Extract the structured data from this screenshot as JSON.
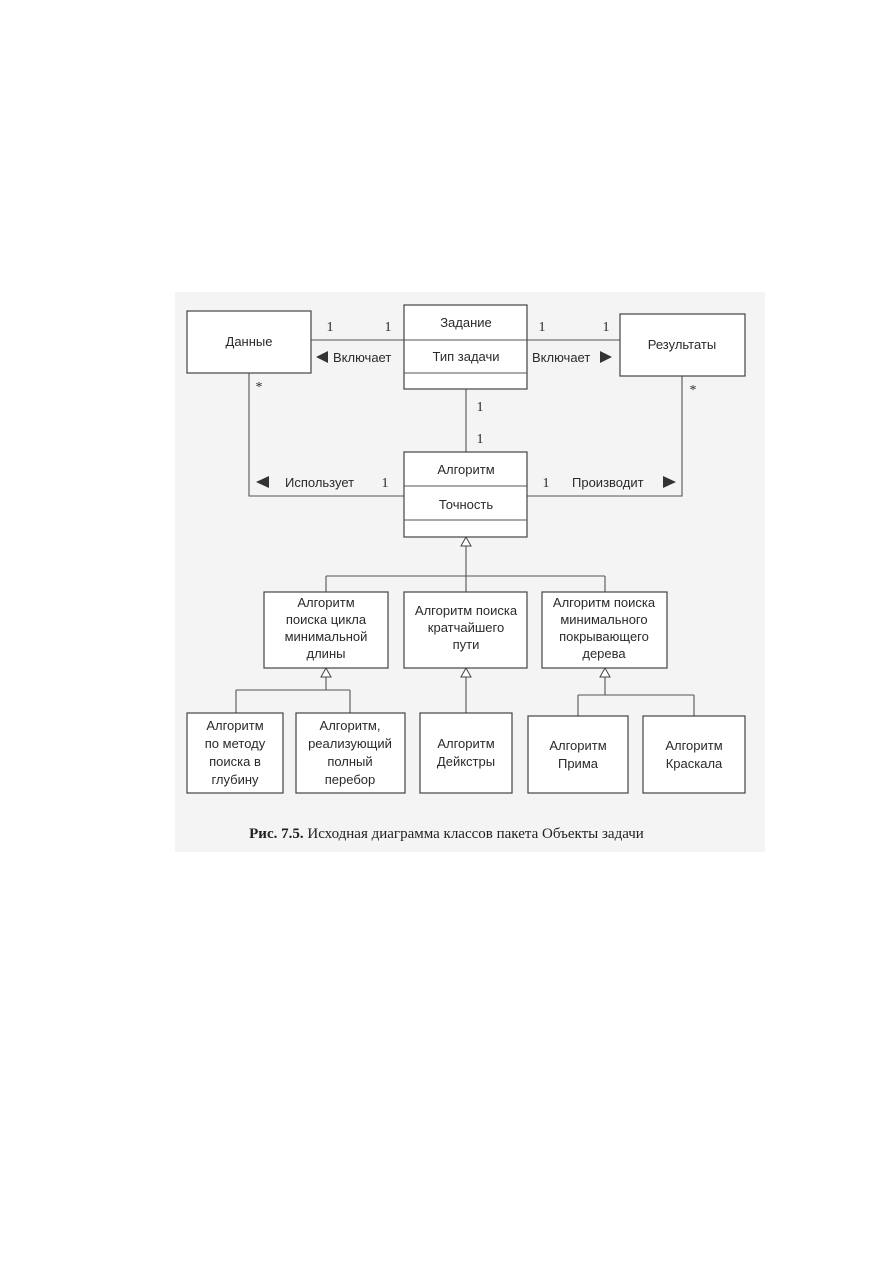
{
  "classes": {
    "zadanie": {
      "name": "Задание",
      "attr": "Тип задачи"
    },
    "dannye": {
      "name": "Данные"
    },
    "rezultaty": {
      "name": "Результаты"
    },
    "algoritm": {
      "name": "Алгоритм",
      "attr": "Точность"
    },
    "cycle": {
      "lines": [
        "Алгоритм",
        "поиска цикла",
        "минимальной",
        "длины"
      ]
    },
    "shortest": {
      "lines": [
        "Алгоритм поиска",
        "кратчайшего",
        "пути"
      ]
    },
    "mst": {
      "lines": [
        "Алгоритм поиска",
        "минимального",
        "покрывающего",
        "дерева"
      ]
    },
    "dfs": {
      "lines": [
        "Алгоритм",
        "по методу",
        "поиска в",
        "глубину"
      ]
    },
    "brute": {
      "lines": [
        "Алгоритм,",
        "реализующий",
        "полный",
        "перебор"
      ]
    },
    "dijkstra": {
      "lines": [
        "Алгоритм",
        "Дейкстры"
      ]
    },
    "prim": {
      "lines": [
        "Алгоритм",
        "Прима"
      ]
    },
    "kruskal": {
      "lines": [
        "Алгоритм",
        "Краскала"
      ]
    }
  },
  "associations": {
    "includes_left": {
      "label": "Включает",
      "m1": "1",
      "m2": "1"
    },
    "includes_right": {
      "label": "Включает",
      "m1": "1",
      "m2": "1"
    },
    "task_algorithm": {
      "m1": "1",
      "m2": "1"
    },
    "uses": {
      "label": "Использует",
      "m1": "1",
      "m_data": "*"
    },
    "produces": {
      "label": "Производит",
      "m1": "1",
      "m_result": "*"
    }
  },
  "caption": {
    "number": "Рис. 7.5.",
    "text": "Исходная диаграмма классов пакета Объекты задачи"
  }
}
